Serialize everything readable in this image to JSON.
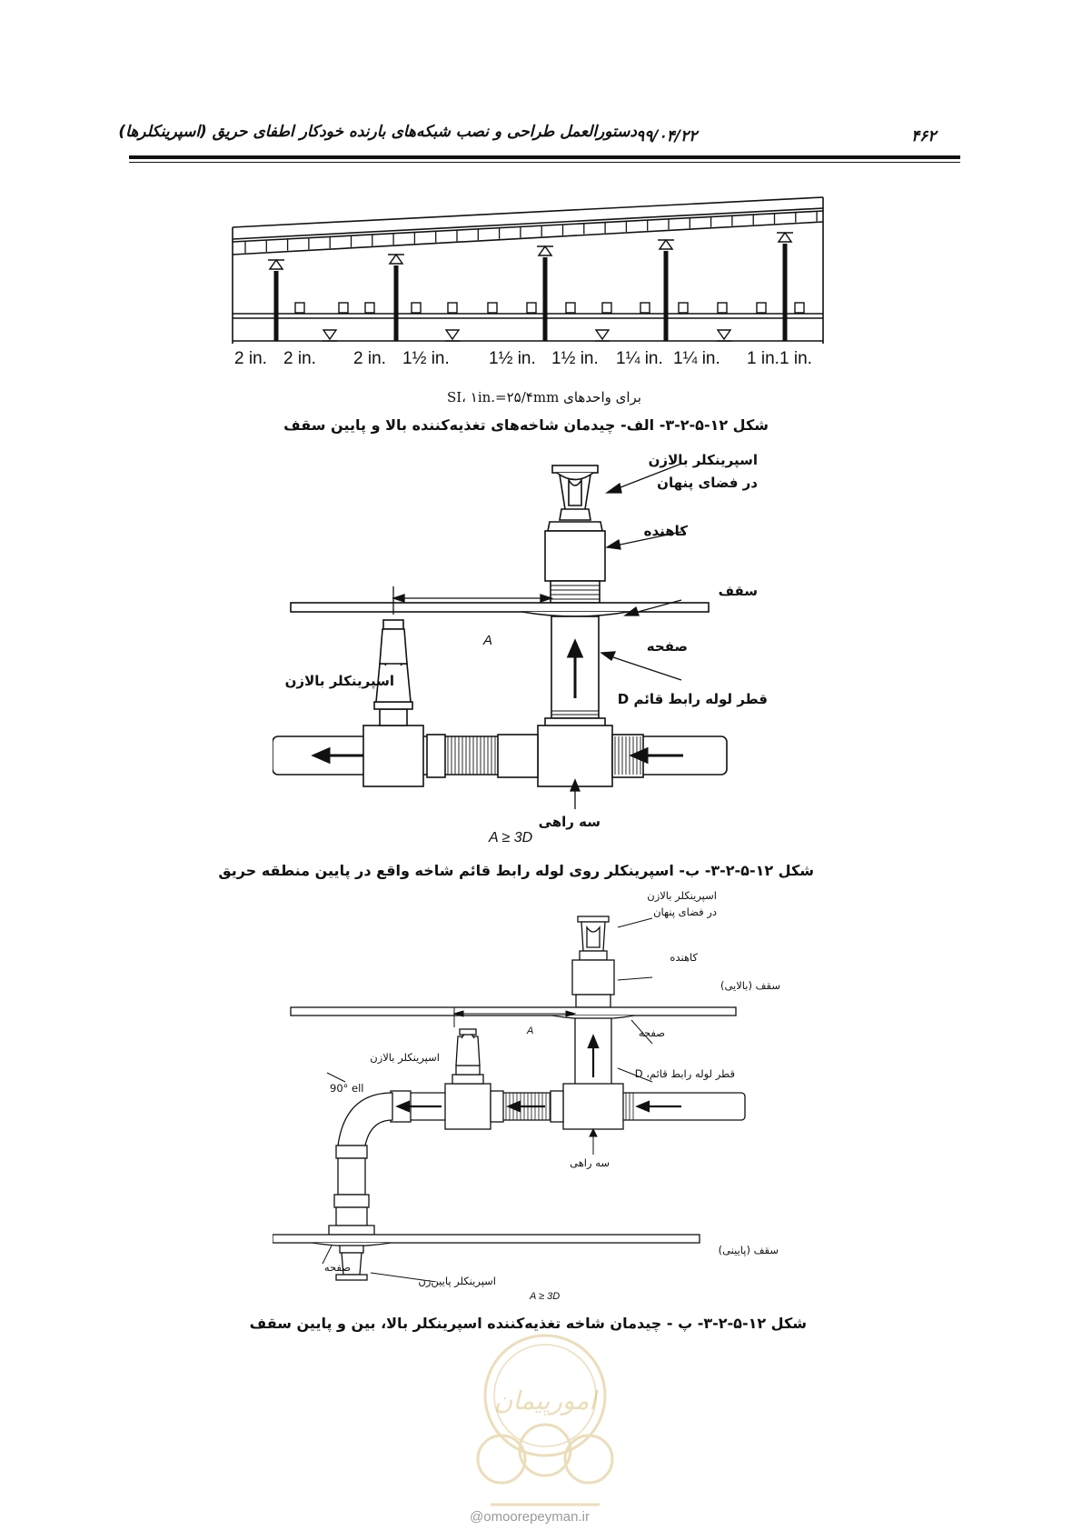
{
  "header": {
    "page_number": "۴۶۲",
    "date": "۹۹/۰۴/۲۲",
    "title": "دستورالعمل طراحی و نصب شبکه‌های بارنده خودکار اطفای حریق (اسپرینکلرها)"
  },
  "figure_a": {
    "pipe_sizes": [
      "2 in.",
      "2 in.",
      "2 in.",
      "1½ in.",
      "1½ in.",
      "1½ in.",
      "1¼ in.",
      "1¼ in.",
      "1 in.",
      "1 in."
    ],
    "unit_note": "برای واحدهای SI، ۱in.=۲۵/۴mm",
    "caption": "شکل ۱۲-۵-۲-۳- الف- چیدمان شاخه‌های تغذیه‌کننده بالا و پایین سقف"
  },
  "figure_b": {
    "label_upright_concealed_1": "اسپرینکلر بالازن",
    "label_upright_concealed_2": "در فضای پنهان",
    "label_reducer": "کاهنده",
    "label_ceiling": "سقف",
    "label_plate": "صفحه",
    "label_upright": "اسپرینکلر بالازن",
    "label_riser": "قطر لوله رابط قائم D",
    "label_tee": "سه راهی",
    "dim_a": "A",
    "rule": "A ≥ 3D",
    "caption": "شکل ۱۲-۵-۲-۳- ب- اسپرینکلر روی لوله رابط قائم شاخه واقع در پایین منطقه حریق"
  },
  "figure_c": {
    "label_upright_concealed_1": "اسپرینکلر بالازن",
    "label_upright_concealed_2": "در فضای پنهان",
    "label_reducer": "کاهنده",
    "label_ceiling_upper": "سقف (بالایی)",
    "label_plate_upper": "صفحه",
    "label_upright": "اسپرینکلر بالازن",
    "label_riser": "قطر لوله رابط قائم، D",
    "label_elbow": "90° ell",
    "label_tee": "سه راهی",
    "label_ceiling_lower": "سقف (پایینی)",
    "label_plate_lower": "صفحه",
    "label_pendent": "اسپرینکلر پایین‌زن",
    "dim_a": "A",
    "rule": "A ≥ 3D",
    "caption": "شکل ۱۲-۵-۲-۳- پ - چیدمان شاخه تغذیه‌کننده اسپرینکلر بالا، بین و پایین سقف"
  },
  "watermark": {
    "logo_text": "امورپیمان",
    "url": "@omoorepeyman.ir"
  }
}
